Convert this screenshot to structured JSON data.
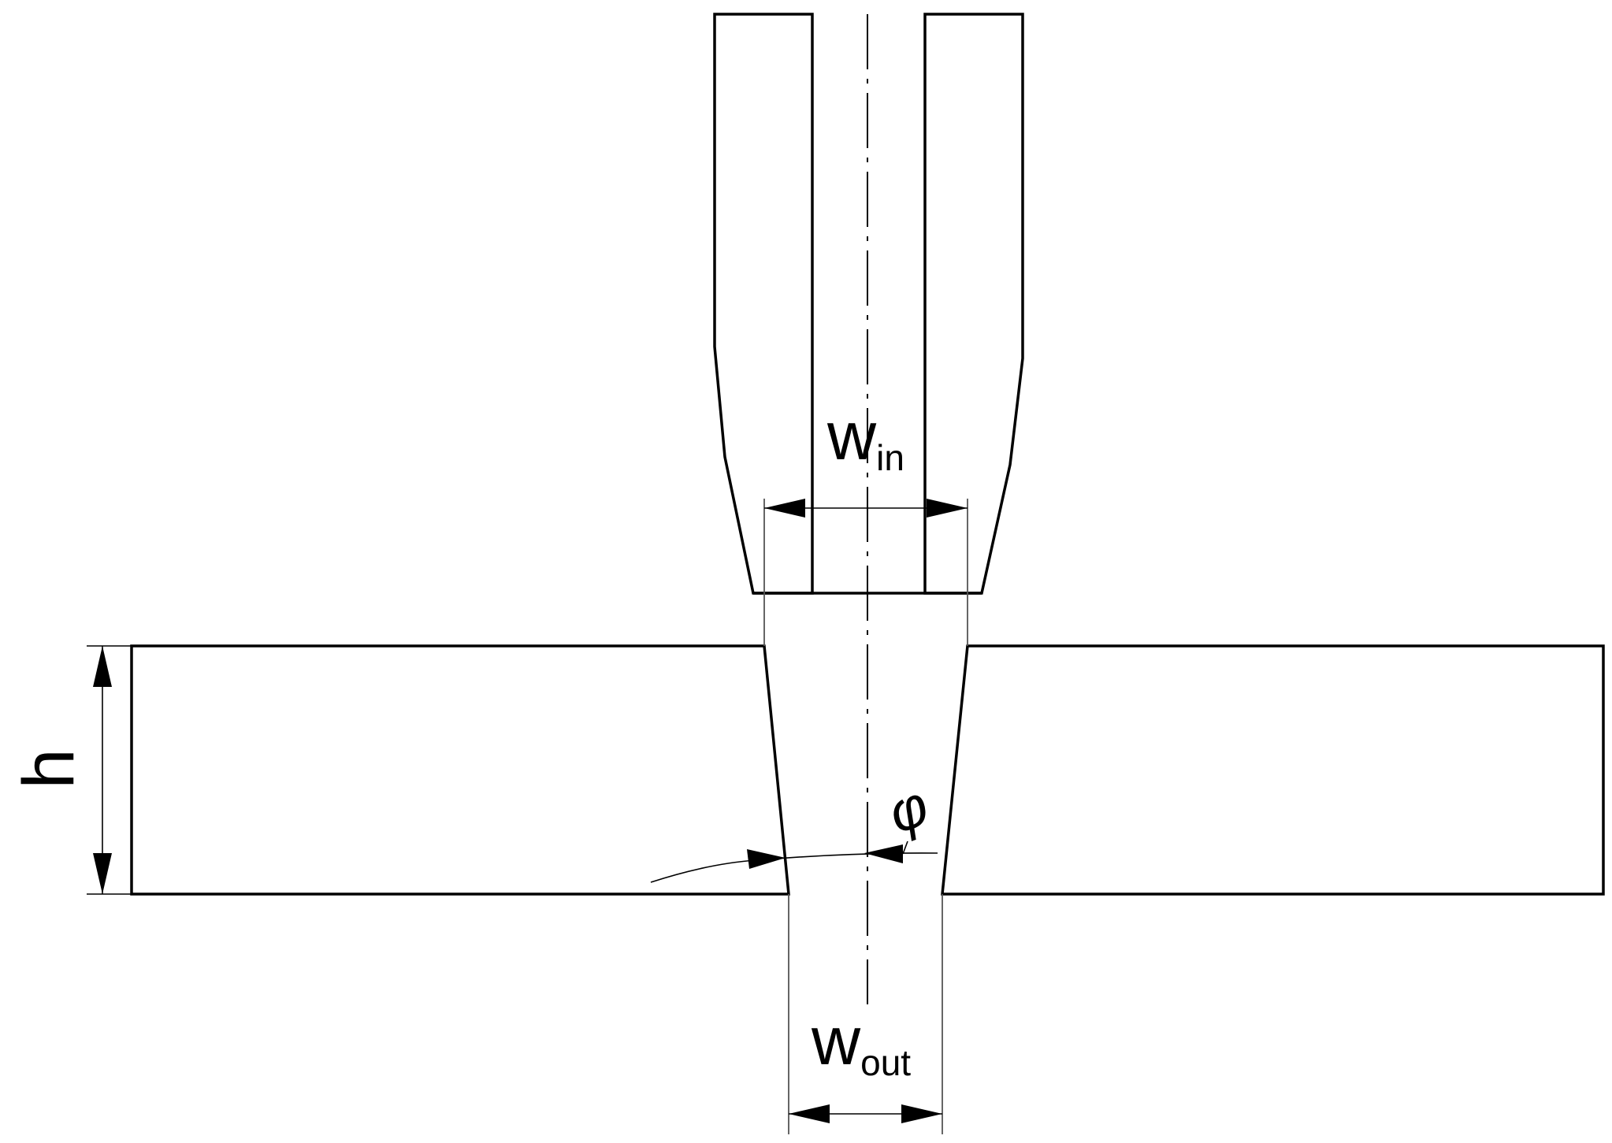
{
  "labels": {
    "w_in_main": "w",
    "w_in_sub": "in",
    "w_out_main": "w",
    "w_out_sub": "out",
    "h": "h",
    "phi": "φ"
  }
}
